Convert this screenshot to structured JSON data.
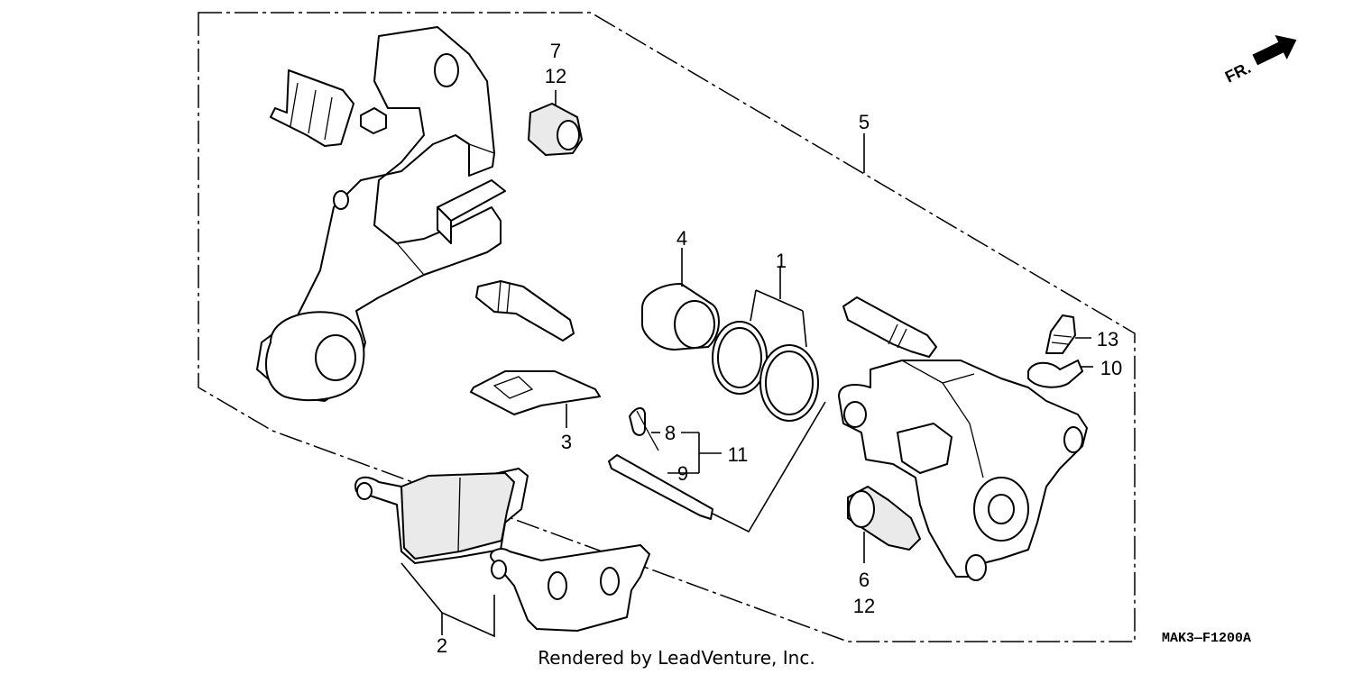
{
  "callouts": {
    "c1": "1",
    "c2": "2",
    "c3": "3",
    "c4": "4",
    "c5": "5",
    "c6": "6",
    "c6b": "12",
    "c7": "7",
    "c7b": "12",
    "c8": "8",
    "c9": "9",
    "c10": "10",
    "c11": "11",
    "c13": "13"
  },
  "direction_label": "FR.",
  "diagram_code": "MAK3—F1200A",
  "credit": "Rendered by LeadVenture, Inc."
}
